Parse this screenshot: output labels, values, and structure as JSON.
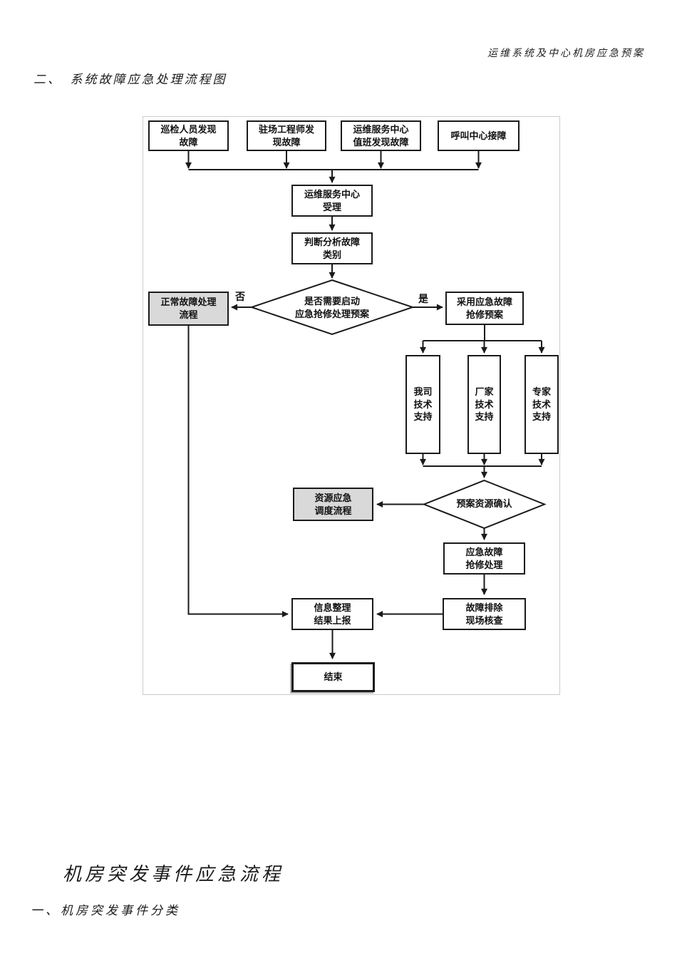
{
  "document": {
    "page_header": "运维系统及中心机房应急预案",
    "section_heading": "二、　系统故障应急处理流程图",
    "next_section_title": "机房突发事件应急流程",
    "next_section_item": "一、机房突发事件分类"
  },
  "flowchart": {
    "nodes": {
      "source_inspection": "巡检人员发现\n故障",
      "source_engineer": "驻场工程师发\n现故障",
      "source_duty": "运维服务中心\n值班发现故障",
      "source_callcenter": "呼叫中心接障",
      "accept": "运维服务中心\n受理",
      "analyze": "判断分析故障\n类别",
      "decision_start_plan": "是否需要启动\n应急抢修处理预案",
      "normal_process": "正常故障处理\n流程",
      "adopt_plan": "采用应急故障\n抢修预案",
      "support_company": "我司\n技术\n支持",
      "support_vendor": "厂家\n技术\n支持",
      "support_expert": "专家\n技术\n支持",
      "decision_resource": "预案资源确认",
      "resource_process": "资源应急\n调度流程",
      "repair": "应急故障\n抢修处理",
      "verify": "故障排除\n现场核查",
      "report": "信息整理\n结果上报",
      "end": "结束"
    },
    "edge_labels": {
      "no": "否",
      "yes": "是"
    },
    "colors": {
      "line": "#1a1a1a",
      "box_border": "#1a1a1a",
      "highlight_fill": "#d9d9d9"
    }
  }
}
